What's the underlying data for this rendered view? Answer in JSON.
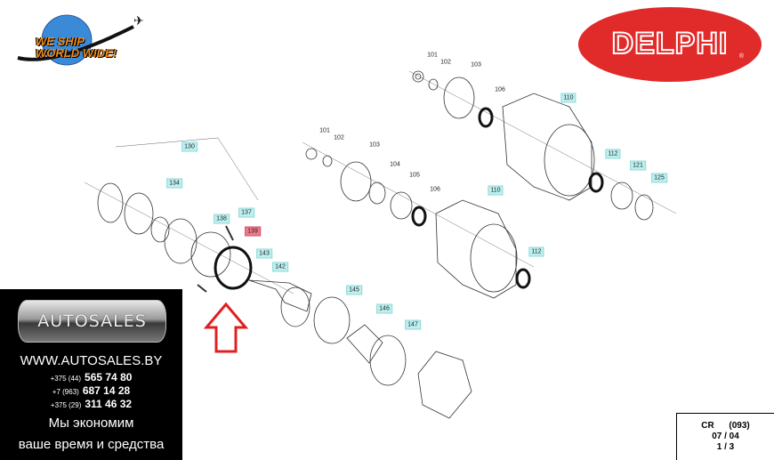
{
  "logos": {
    "we_ship": "WE SHIP WORLD WIDE!",
    "brand": "DELPHI",
    "brand_mark": "®"
  },
  "part_labels": [
    {
      "text": "101",
      "style": "plain"
    },
    {
      "text": "102",
      "style": "plain"
    },
    {
      "text": "103",
      "style": "plain"
    },
    {
      "text": "106",
      "style": "plain"
    },
    {
      "text": "110",
      "style": "teal"
    },
    {
      "text": "112",
      "style": "teal"
    },
    {
      "text": "121",
      "style": "teal"
    },
    {
      "text": "125",
      "style": "teal"
    },
    {
      "text": "101",
      "style": "plain"
    },
    {
      "text": "102",
      "style": "plain"
    },
    {
      "text": "103",
      "style": "plain"
    },
    {
      "text": "104",
      "style": "plain"
    },
    {
      "text": "105",
      "style": "plain"
    },
    {
      "text": "106",
      "style": "plain"
    },
    {
      "text": "110",
      "style": "teal"
    },
    {
      "text": "112",
      "style": "teal"
    },
    {
      "text": "130",
      "style": "teal"
    },
    {
      "text": "134",
      "style": "teal"
    },
    {
      "text": "138",
      "style": "teal"
    },
    {
      "text": "137",
      "style": "teal"
    },
    {
      "text": "139",
      "style": "red"
    },
    {
      "text": "143",
      "style": "teal"
    },
    {
      "text": "142",
      "style": "teal"
    },
    {
      "text": "145",
      "style": "teal"
    },
    {
      "text": "146",
      "style": "teal"
    },
    {
      "text": "147",
      "style": "teal"
    }
  ],
  "ad": {
    "button": "AUTOSALES",
    "url": "WWW.AUTOSALES.BY",
    "phones": [
      {
        "code": "+375 (44)",
        "number": "565 74 80"
      },
      {
        "code": "+7 (963)",
        "number": "687 14 28"
      },
      {
        "code": "+375 (29)",
        "number": "311 46 32"
      }
    ],
    "slogan1": "Мы экономим",
    "slogan2": "ваше время и средства"
  },
  "title_block": {
    "line1": "CR      (093)",
    "line2": "07 / 04",
    "line3": "1 / 3"
  },
  "colors": {
    "highlight_arrow": "#e02020",
    "brand_red": "#e12a2a",
    "label_teal": "#bff0f0",
    "label_red": "#f07a8c"
  }
}
